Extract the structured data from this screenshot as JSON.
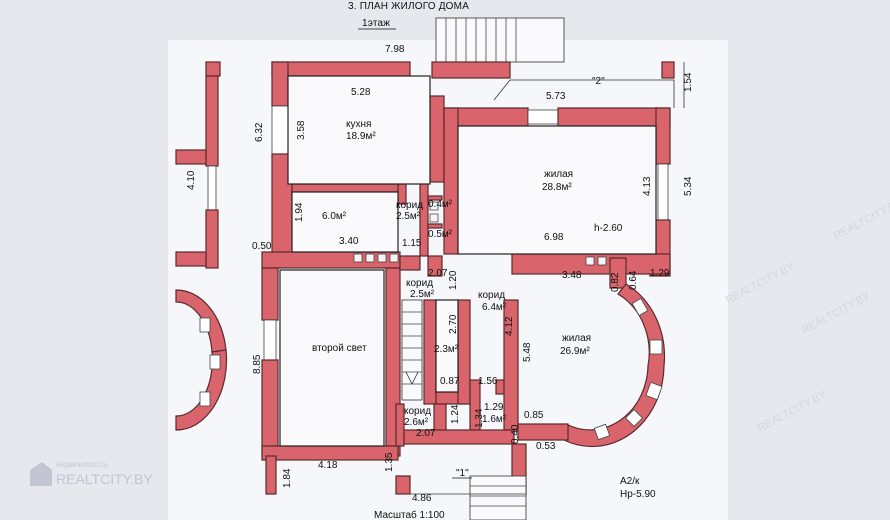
{
  "header": {
    "title": "3. ПЛАН ЖИЛОГО ДОМА",
    "floor": "1этаж"
  },
  "rooms": [
    {
      "id": "kitchen",
      "name": "кухня",
      "area": "18.9м²"
    },
    {
      "id": "living1",
      "name": "жилая",
      "area": "28.8м²"
    },
    {
      "id": "living2",
      "name": "жилая",
      "area": "26.9м²"
    },
    {
      "id": "room6",
      "name": "",
      "area": "6.0м²"
    },
    {
      "id": "corr1",
      "name": "корид",
      "area": "2.5м²"
    },
    {
      "id": "corr2",
      "name": "корид",
      "area": "2.5м²"
    },
    {
      "id": "corr3",
      "name": "корид",
      "area": "6.4м²"
    },
    {
      "id": "corr4",
      "name": "корид",
      "area": "2.6м²"
    },
    {
      "id": "second_light",
      "name": "второй свет",
      "area": ""
    },
    {
      "id": "r04",
      "name": "",
      "area": "0.4м²"
    },
    {
      "id": "r05",
      "name": "",
      "area": "0.5м²"
    },
    {
      "id": "r23",
      "name": "",
      "area": "2.3м²"
    },
    {
      "id": "r16",
      "name": "",
      "area": "1.6м²"
    }
  ],
  "dimensions": [
    "7.98",
    "5.28",
    "5.73",
    "1.54",
    "6.32",
    "3.58",
    "4.10",
    "1.94",
    "0.50",
    "3.40",
    "1.15",
    "4.13",
    "5.34",
    "6.98",
    "h-2.60",
    "2.07",
    "1.20",
    "3.48",
    "0.82",
    "0.64",
    "1.29",
    "2.70",
    "4.12",
    "5.48",
    "8.85",
    "0.87",
    "1.56",
    "1.24",
    "1.29",
    "1.34",
    "2.07",
    "0.85",
    "0.40",
    "0.53",
    "1.84",
    "4.18",
    "1.35",
    "4.86"
  ],
  "markers": {
    "m2": "\"2\"",
    "m1": "\"1\""
  },
  "footer": {
    "scale": "Масштаб 1:100",
    "code": "А2/к",
    "elevation": "Нр-5.90"
  },
  "watermark": {
    "brand": "REALTCITY.BY",
    "sub": "НЕДВИЖИМОСТЬ",
    "repeat": "REALTCITY.BY"
  }
}
